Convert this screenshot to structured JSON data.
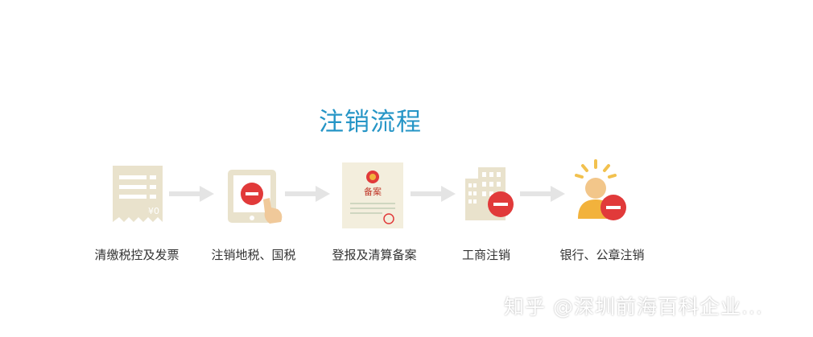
{
  "title": "注销流程",
  "steps": [
    {
      "label": "清缴税控及发票",
      "icon": "receipt-icon"
    },
    {
      "label": "注销地税、国税",
      "icon": "tablet-touch-icon"
    },
    {
      "label": "登报及清算备案",
      "icon": "certificate-icon",
      "stamp_text": "备案"
    },
    {
      "label": "工商注销",
      "icon": "building-icon"
    },
    {
      "label": "银行、公章注销",
      "icon": "person-icon"
    }
  ],
  "receipt_text": "¥0",
  "watermark": "知乎 @深圳前海百科企业...",
  "colors": {
    "title": "#2595c6",
    "cancel_red": "#e13a3a",
    "icon_beige": "#e9e2cc",
    "arrow_gray": "#e4e4e4",
    "accent_orange": "#f2b23c"
  }
}
